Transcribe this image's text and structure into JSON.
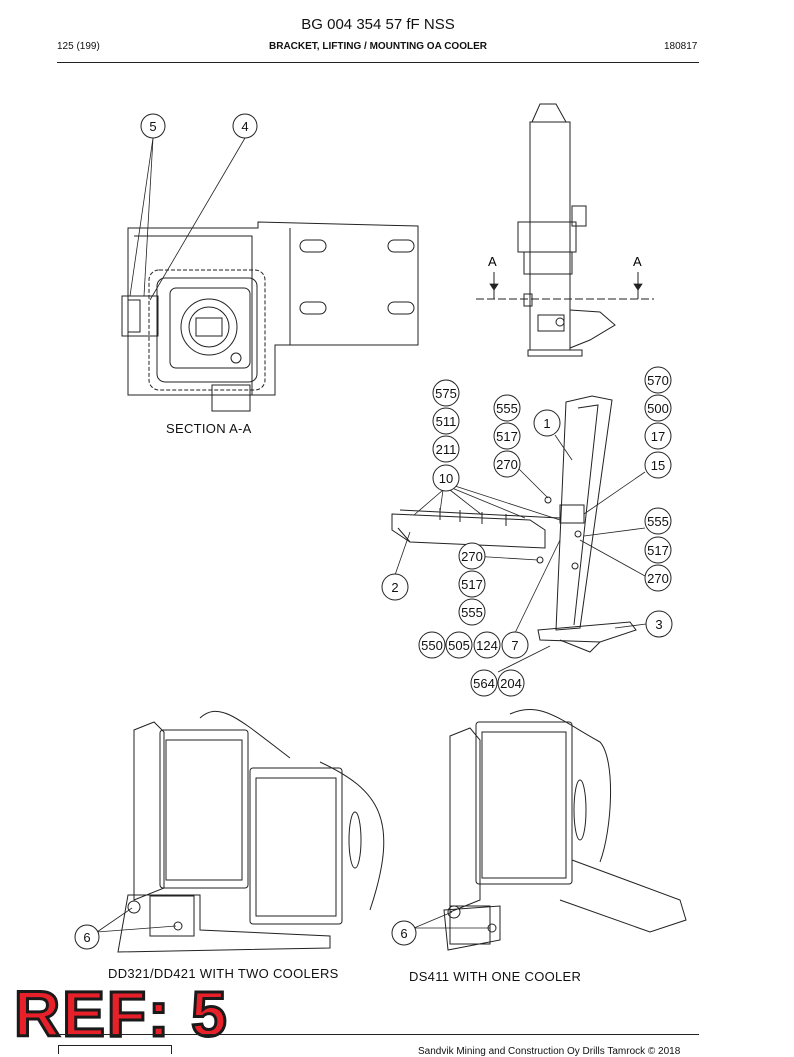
{
  "header": {
    "doc_id": "BG 004 354 57 fF NSS",
    "page": "125 (199)",
    "title": "BRACKET, LIFTING / MOUNTING OA COOLER",
    "date": "180817"
  },
  "captions": {
    "section": "SECTION A-A",
    "two_coolers": "DD321/DD421 WITH TWO COOLERS",
    "one_cooler": "DS411 WITH ONE COOLER"
  },
  "section_marks": [
    "A",
    "A"
  ],
  "callouts": {
    "section_view": [
      "5",
      "4"
    ],
    "exploded": [
      "575",
      "511",
      "211",
      "10",
      "555",
      "517",
      "270",
      "1",
      "570",
      "500",
      "17",
      "15",
      "555",
      "517",
      "270",
      "270",
      "517",
      "555",
      "2",
      "3",
      "550",
      "505",
      "124",
      "7",
      "564",
      "204"
    ],
    "two_coolers": [
      "6"
    ],
    "one_cooler": [
      "6"
    ]
  },
  "ref_stamp": "REF: 5",
  "footer": {
    "copyright": "Sandvik Mining and Construction Oy Drills Tamrock © 2018"
  }
}
